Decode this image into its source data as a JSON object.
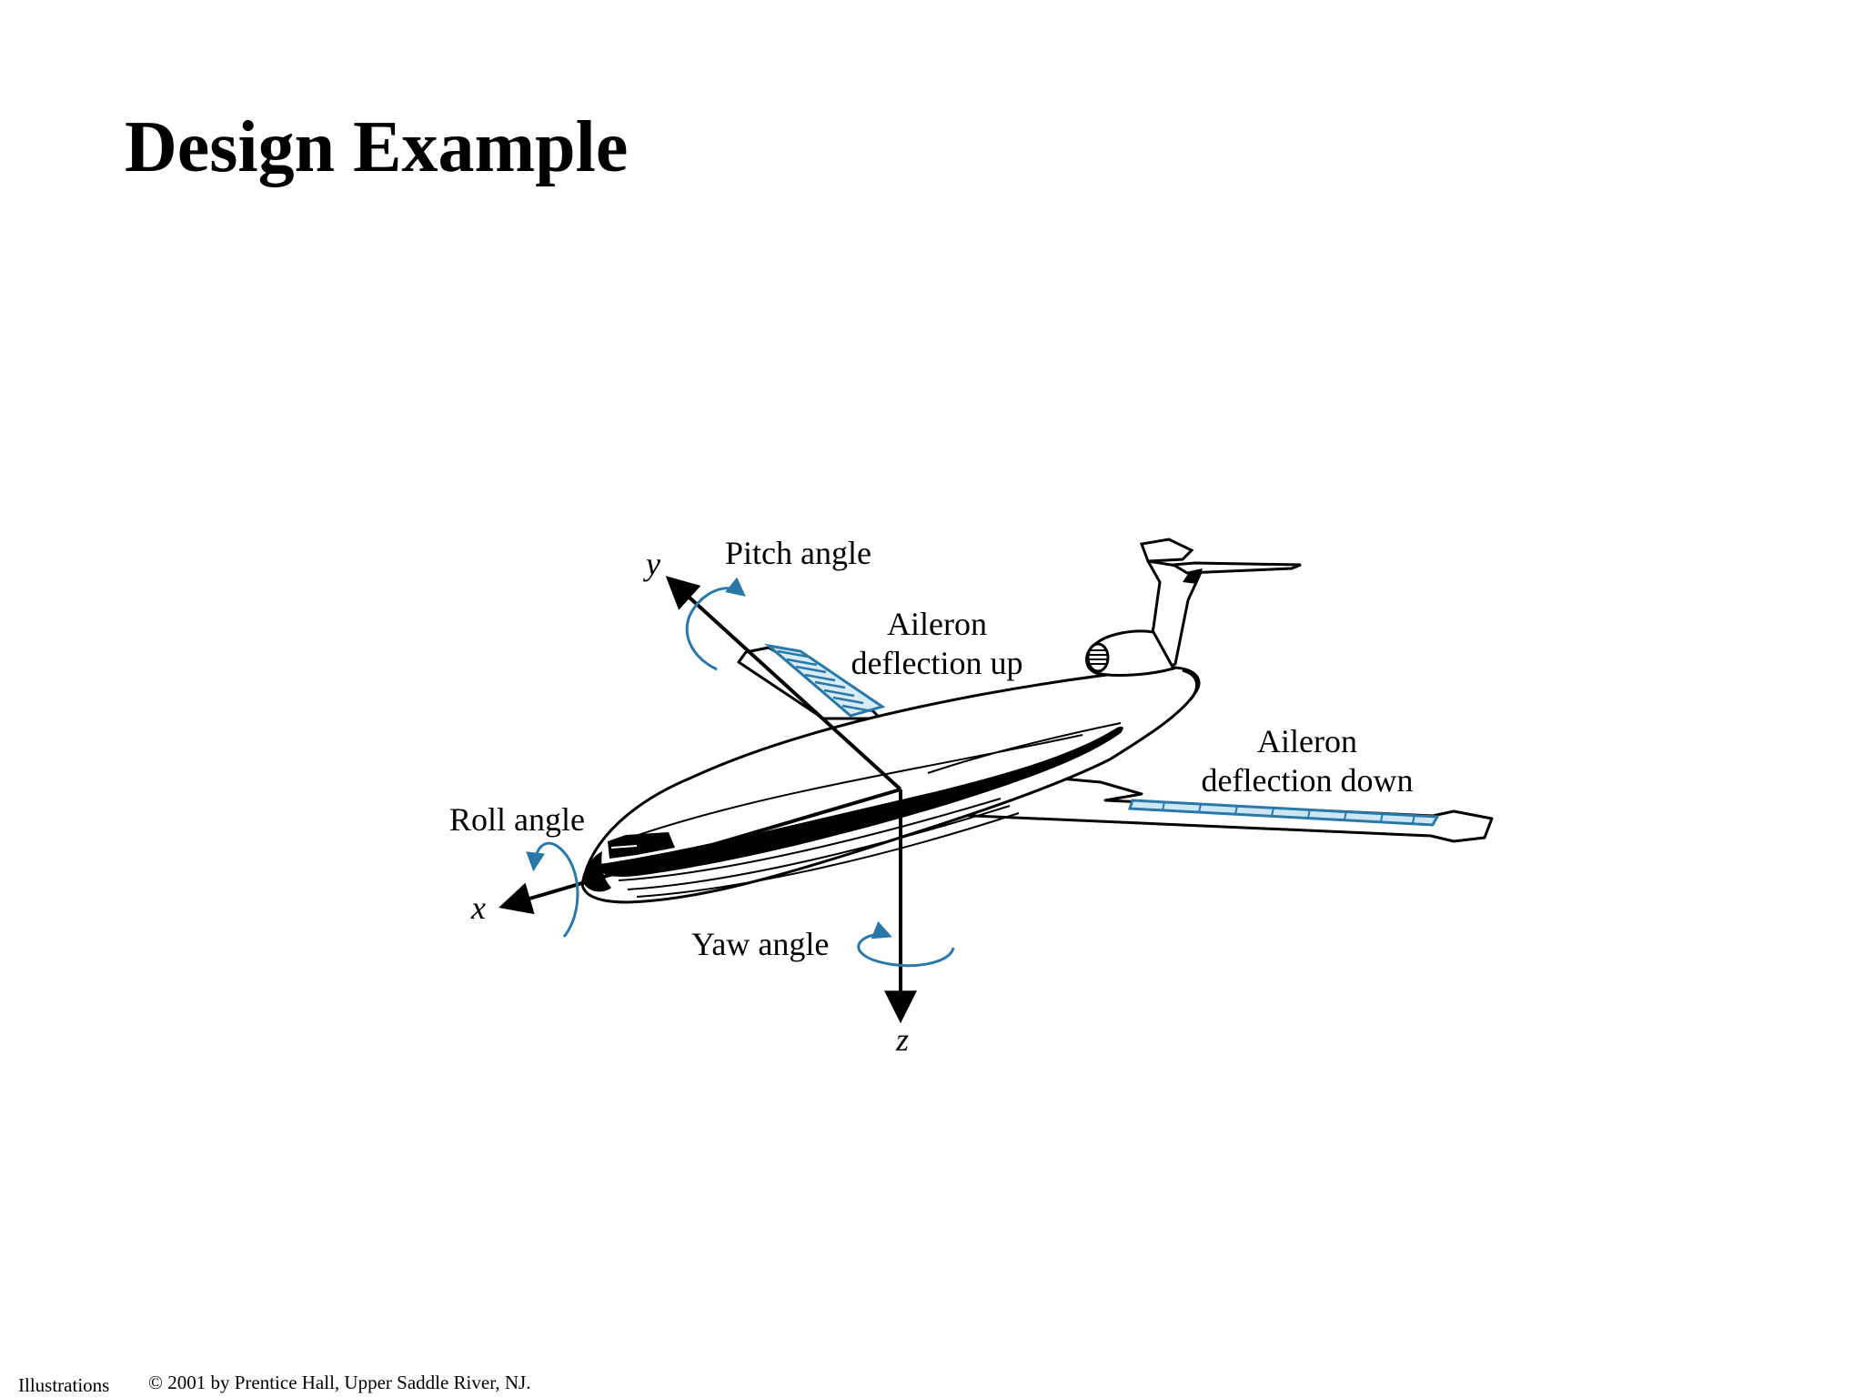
{
  "slide": {
    "title": "Design Example"
  },
  "diagram": {
    "labels": {
      "pitch_angle": "Pitch angle",
      "aileron_up_line1": "Aileron",
      "aileron_up_line2": "deflection up",
      "aileron_down_line1": "Aileron",
      "aileron_down_line2": "deflection down",
      "roll_angle": "Roll angle",
      "yaw_angle": "Yaw angle"
    },
    "axes": {
      "x": "x",
      "y": "y",
      "z": "z"
    },
    "colors": {
      "accent": "#2a78a8",
      "line": "#000000"
    }
  },
  "footer": {
    "left": "Illustrations",
    "copyright": "© 2001 by Prentice Hall, Upper Saddle River, NJ."
  }
}
